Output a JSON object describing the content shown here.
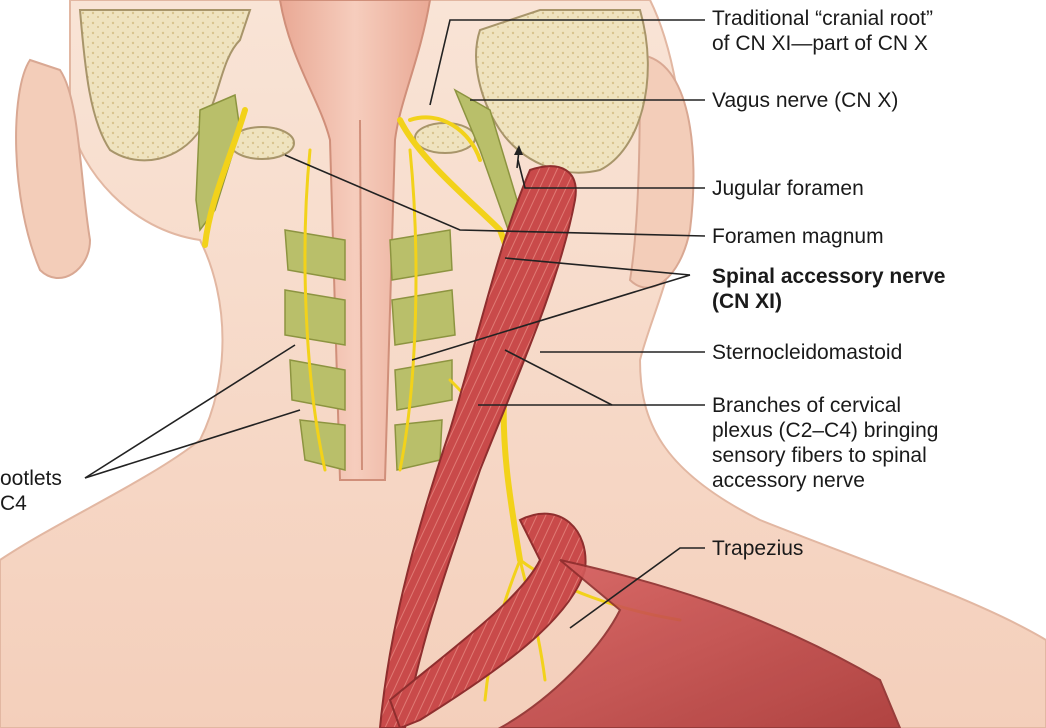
{
  "labels": {
    "cranial_root": [
      "Traditional “cranial root”",
      "of CN XI—part of CN X"
    ],
    "vagus": "Vagus nerve (CN X)",
    "jugular": "Jugular foramen",
    "foramen_magnum": "Foramen magnum",
    "spinal_accessory": [
      "Spinal accessory nerve",
      "(CN XI)"
    ],
    "scm": "Sternocleidomastoid",
    "cervical_plexus": [
      "Branches of cervical",
      "plexus (C2–C4) bringing",
      "sensory fibers to spinal",
      "accessory nerve"
    ],
    "trapezius": "Trapezius",
    "rootlets": [
      "ootlets",
      "C4"
    ]
  },
  "colors": {
    "skin": "#f7dccb",
    "bone": "#efe3bf",
    "nerve": "#f2d21a",
    "nerve_root": "#b9bf6a",
    "muscle": "#c94a4a",
    "spinal_cord": "#f1b9a6",
    "leader": "#222222"
  }
}
